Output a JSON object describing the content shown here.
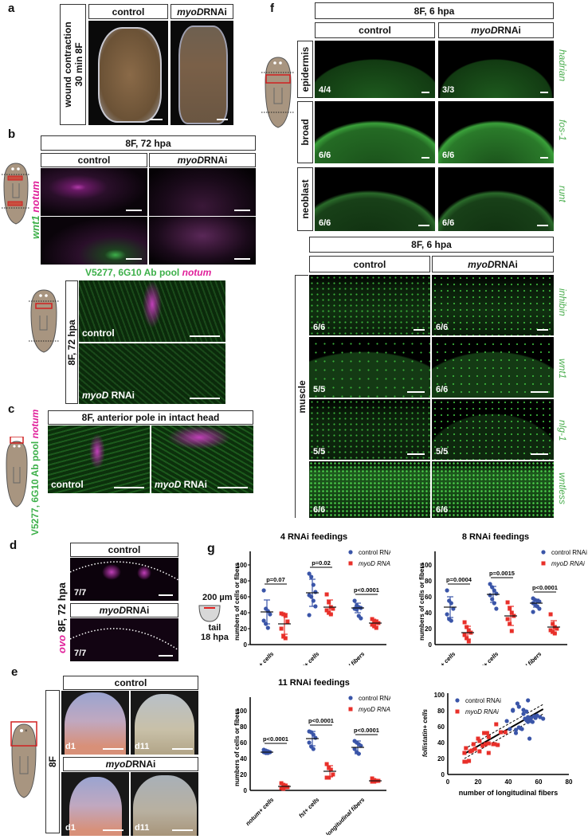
{
  "panels": {
    "a": {
      "letter": "a",
      "side_label_line1": "wound contraction",
      "side_label_line2": "30 min 8F",
      "col_control": "control",
      "col_rnai_gene": "myoD",
      "col_rnai_suffix": " RNAi"
    },
    "b": {
      "letter": "b",
      "header": "8F, 72 hpa",
      "col_control": "control",
      "col_rnai_gene": "myoD",
      "col_rnai_suffix": " RNAi",
      "stain_green": "wnt1",
      "stain_magenta": "notum",
      "sub_stain_green": "V5277, 6G10 Ab pool",
      "sub_stain_magenta": "notum",
      "sub_side_label": "8F, 72 hpa",
      "sub_control_label": "control",
      "sub_rnai_gene": "myoD",
      "sub_rnai_suffix": " RNAi"
    },
    "c": {
      "letter": "c",
      "header": "8F, anterior pole in intact head",
      "stain_green": "V5277, 6G10 Ab pool",
      "stain_magenta": "notum",
      "control_label": "control",
      "rnai_gene": "myoD",
      "rnai_suffix": " RNAi"
    },
    "d": {
      "letter": "d",
      "col_control": "control",
      "col_rnai_gene": "myoD",
      "col_rnai_suffix": " RNAi",
      "stain_magenta": "ovo",
      "side_label": "8F, 72 hpa",
      "control_count": "7/7",
      "rnai_count": "7/7"
    },
    "e": {
      "letter": "e",
      "side_label": "8F",
      "col_control": "control",
      "col_rnai_gene": "myoD",
      "col_rnai_suffix": " RNAi",
      "day1": "d1",
      "day11": "d11"
    },
    "f": {
      "letter": "f",
      "header_top": "8F, 6 hpa",
      "header_bottom": "8F, 6 hpa",
      "col_control": "control",
      "col_rnai_gene": "myoD",
      "col_rnai_suffix": " RNAi",
      "rows_top": [
        {
          "tissue": "epidermis",
          "gene": "hadrian",
          "control_count": "4/4",
          "rnai_count": "3/3"
        },
        {
          "tissue": "broad",
          "gene": "fos-1",
          "control_count": "6/6",
          "rnai_count": "6/6"
        },
        {
          "tissue": "neoblast",
          "gene": "runt",
          "control_count": "6/6",
          "rnai_count": "6/6"
        }
      ],
      "muscle_label": "muscle",
      "rows_muscle": [
        {
          "gene": "inhibin",
          "control_count": "6/6",
          "rnai_count": "6/6"
        },
        {
          "gene": "wnt1",
          "control_count": "5/5",
          "rnai_count": "6/6"
        },
        {
          "gene": "nlg-1",
          "control_count": "5/5",
          "rnai_count": "5/5"
        },
        {
          "gene": "wntless",
          "control_count": "6/6",
          "rnai_count": "6/6"
        }
      ]
    },
    "g": {
      "letter": "g",
      "schematic_scale": "200 µm",
      "schematic_line1": "tail",
      "schematic_line2": "18 hpa"
    }
  },
  "chart_data": [
    {
      "type": "scatter",
      "title": "4 RNAi feedings",
      "ylabel": "numbers of cells or fibers",
      "ylim": [
        0,
        100
      ],
      "yticks": [
        0,
        20,
        40,
        60,
        80,
        100
      ],
      "categories": [
        "notum+ cells",
        "fst+ cells",
        "longitudinal fibers"
      ],
      "legend": [
        "control RNAi",
        "myoD RNAi"
      ],
      "pvalues": [
        "p=0.07",
        "p=0.02",
        "p<0.0001"
      ],
      "series": [
        {
          "name": "control RNAi",
          "color": "#3a55a8",
          "mean": [
            41,
            65,
            46
          ],
          "sd": [
            15,
            17,
            6
          ],
          "points": [
            [
              68,
              45,
              42,
              38,
              30,
              26,
              21
            ],
            [
              89,
              85,
              75,
              66,
              62,
              60,
              55,
              48,
              37
            ],
            [
              55,
              49,
              47,
              46,
              45,
              44,
              36,
              33
            ]
          ]
        },
        {
          "name": "myoD RNAi",
          "color": "#e8302a",
          "mean": [
            26,
            47,
            27
          ],
          "sd": [
            13,
            9,
            4
          ],
          "points": [
            [
              39,
              38,
              36,
              29,
              20,
              10,
              8
            ],
            [
              63,
              53,
              47,
              45,
              43,
              40,
              38
            ],
            [
              32,
              30,
              28,
              27,
              25,
              23,
              21
            ]
          ]
        }
      ]
    },
    {
      "type": "scatter",
      "title": "8 RNAi feedings",
      "ylabel": "numbers of cells or fibers",
      "ylim": [
        0,
        100
      ],
      "yticks": [
        0,
        20,
        40,
        60,
        80,
        100
      ],
      "categories": [
        "notum+ cells",
        "fst+ cells",
        "longitudinal fibers"
      ],
      "legend": [
        "control RNAi",
        "myoD RNAi"
      ],
      "pvalues": [
        "p=0.0004",
        "p=0.0015",
        "p<0.0001"
      ],
      "series": [
        {
          "name": "control RNAi",
          "color": "#3a55a8",
          "mean": [
            47,
            63,
            52
          ],
          "sd": [
            13,
            10,
            5
          ],
          "points": [
            [
              68,
              55,
              52,
              45,
              38,
              32,
              30
            ],
            [
              76,
              72,
              68,
              64,
              62,
              57,
              52,
              45
            ],
            [
              58,
              56,
              55,
              54,
              52,
              50,
              48,
              45,
              41
            ]
          ]
        },
        {
          "name": "myoD RNAi",
          "color": "#e8302a",
          "mean": [
            15,
            36,
            22
          ],
          "sd": [
            8,
            12,
            8
          ],
          "points": [
            [
              28,
              22,
              18,
              15,
              12,
              8,
              4
            ],
            [
              53,
              45,
              40,
              36,
              32,
              26,
              17
            ],
            [
              38,
              26,
              22,
              20,
              18,
              16,
              14
            ]
          ]
        }
      ]
    },
    {
      "type": "scatter",
      "title": "11 RNAi feedings",
      "ylabel": "numbers of cells or fibers",
      "ylim": [
        0,
        100
      ],
      "yticks": [
        0,
        20,
        40,
        60,
        80,
        100
      ],
      "categories": [
        "notum+ cells",
        "fst+ cells",
        "longitudinal fibers"
      ],
      "legend": [
        "control RNAi",
        "myoD RNAi"
      ],
      "pvalues": [
        "p<0.0001",
        "p<0.0001",
        "p<0.0001"
      ],
      "series": [
        {
          "name": "control RNAi",
          "color": "#3a55a8",
          "mean": [
            48,
            65,
            54
          ],
          "sd": [
            2,
            9,
            8
          ],
          "points": [
            [
              51,
              50,
              49,
              48,
              48,
              47,
              47
            ],
            [
              74,
              73,
              70,
              66,
              60,
              55,
              52
            ],
            [
              62,
              60,
              58,
              56,
              52,
              48,
              46
            ]
          ]
        },
        {
          "name": "myoD RNAi",
          "color": "#e8302a",
          "mean": [
            5,
            24,
            12
          ],
          "sd": [
            3,
            7,
            2
          ],
          "points": [
            [
              9,
              7,
              5,
              4,
              3,
              2
            ],
            [
              33,
              28,
              26,
              20,
              16,
              16
            ],
            [
              15,
              13,
              12,
              12,
              11,
              11
            ]
          ]
        }
      ]
    },
    {
      "type": "scatter",
      "title": "",
      "xlabel": "number of longitudinal fibers",
      "ylabel": "follistatin+ cells",
      "xlim": [
        0,
        80
      ],
      "ylim": [
        0,
        100
      ],
      "xticks": [
        0,
        20,
        40,
        60,
        80
      ],
      "yticks": [
        0,
        20,
        40,
        60,
        80,
        100
      ],
      "legend": [
        "control RNAi",
        "myoD RNAi"
      ],
      "regression": {
        "x0": 11,
        "y0": 26,
        "x1": 63,
        "y1": 82
      },
      "series": [
        {
          "name": "control RNAi",
          "color": "#3a55a8",
          "points": [
            [
              33,
              37
            ],
            [
              39,
              67
            ],
            [
              41,
              57
            ],
            [
              43,
              81
            ],
            [
              43,
              80
            ],
            [
              45,
              52
            ],
            [
              45,
              56
            ],
            [
              46,
              89
            ],
            [
              47,
              85
            ],
            [
              47,
              59
            ],
            [
              48,
              58
            ],
            [
              49,
              57
            ],
            [
              50,
              81
            ],
            [
              50,
              76
            ],
            [
              51,
              70
            ],
            [
              52,
              79
            ],
            [
              52,
              68
            ],
            [
              53,
              93
            ],
            [
              53,
              72
            ],
            [
              54,
              69
            ],
            [
              54,
              45
            ],
            [
              55,
              67
            ],
            [
              55,
              71
            ],
            [
              56,
              66
            ],
            [
              57,
              73
            ],
            [
              58,
              71
            ],
            [
              59,
              74
            ],
            [
              61,
              72
            ],
            [
              63,
              70
            ],
            [
              53,
              66
            ]
          ]
        },
        {
          "name": "myoD RNAi",
          "color": "#e8302a",
          "points": [
            [
              11,
              16
            ],
            [
              12,
              16
            ],
            [
              14,
              17
            ],
            [
              11,
              27
            ],
            [
              12,
              33
            ],
            [
              15,
              29
            ],
            [
              16,
              30
            ],
            [
              17,
              38
            ],
            [
              18,
              32
            ],
            [
              20,
              45
            ],
            [
              21,
              29
            ],
            [
              21,
              42
            ],
            [
              23,
              36
            ],
            [
              24,
              52
            ],
            [
              25,
              38
            ],
            [
              26,
              52
            ],
            [
              27,
              47
            ],
            [
              27,
              27
            ],
            [
              27,
              39
            ],
            [
              30,
              38
            ],
            [
              31,
              38
            ],
            [
              32,
              63
            ],
            [
              33,
              37
            ],
            [
              35,
              53
            ],
            [
              38,
              53
            ]
          ]
        }
      ]
    }
  ]
}
